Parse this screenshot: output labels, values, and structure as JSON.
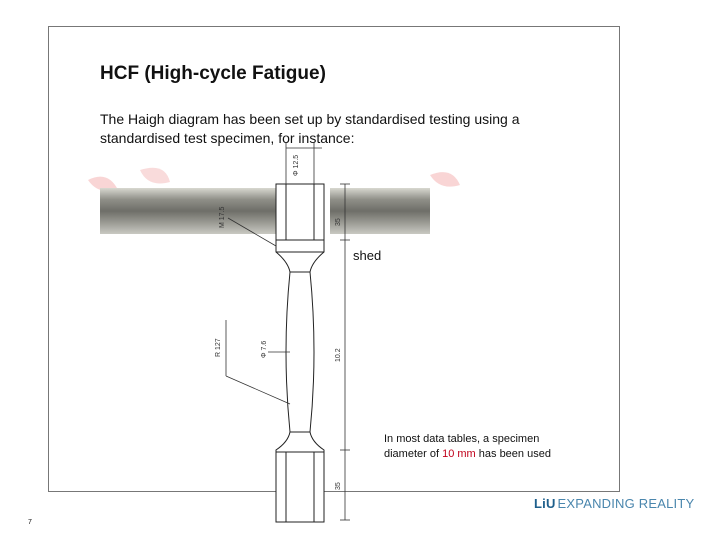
{
  "slide": {
    "title": "HCF (High-cycle Fatigue)",
    "intro": "The Haigh diagram has been set up by standardised testing using a standardised test specimen, for instance:",
    "partial_text": "shed",
    "note_before": "In most data tables, a specimen diameter of ",
    "note_highlight": "10 mm",
    "note_after": " has been used",
    "page_number": "7"
  },
  "drawing": {
    "dimensions": {
      "top_diameter": "Φ 12.5",
      "thread": "M 17.5",
      "radius": "R 127",
      "waist_diameter": "Φ 7.6",
      "top_length": "35",
      "mid_length": "10.2",
      "bottom_length": "35"
    }
  },
  "brand": {
    "logo_mark": "LiU",
    "tagline": "EXPANDING REALITY"
  },
  "colors": {
    "highlight": "#c0001a",
    "brand": "#1e5f8c"
  }
}
